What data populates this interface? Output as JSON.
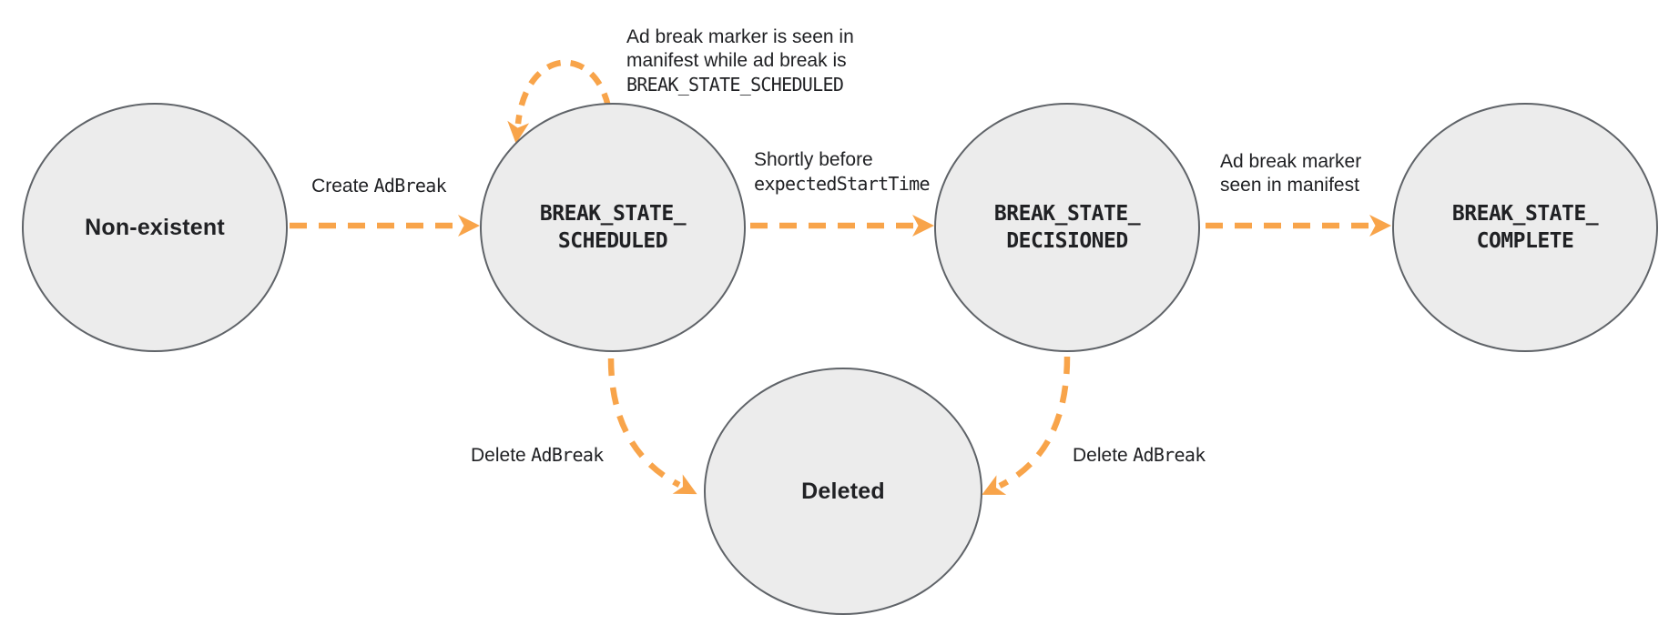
{
  "colors": {
    "arrow": "#f8a44a",
    "node_fill": "#ececec",
    "node_border": "#5f6368",
    "text": "#202124"
  },
  "nodes": {
    "non_existent": {
      "label": "Non-existent"
    },
    "scheduled": {
      "line1": "BREAK_STATE_",
      "line2": "SCHEDULED"
    },
    "decisioned": {
      "line1": "BREAK_STATE_",
      "line2": "DECISIONED"
    },
    "complete": {
      "line1": "BREAK_STATE_",
      "line2": "COMPLETE"
    },
    "deleted": {
      "label": "Deleted"
    }
  },
  "edges": {
    "create": {
      "sans": "Create",
      "mono": "AdBreak"
    },
    "self_loop": {
      "line1": "Ad break marker is seen in",
      "line2": "manifest while ad break is",
      "line3": "BREAK_STATE_SCHEDULED"
    },
    "to_decisioned": {
      "line1": "Shortly before",
      "line2": "expectedStartTime"
    },
    "to_complete": {
      "line1": "Ad break marker",
      "line2": "seen in manifest"
    },
    "delete_from_scheduled": {
      "sans": "Delete",
      "mono": "AdBreak"
    },
    "delete_from_decisioned": {
      "sans": "Delete",
      "mono": "AdBreak"
    }
  }
}
